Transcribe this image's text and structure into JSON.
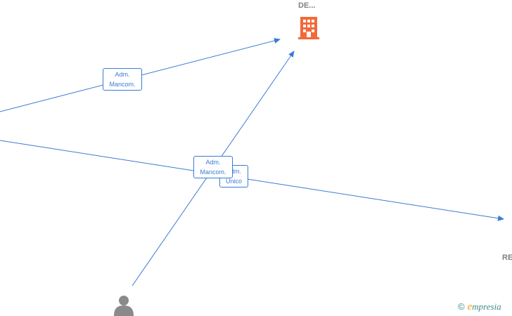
{
  "nodes": {
    "company_top": {
      "label": "DE...",
      "icon": "building-icon",
      "color": "#f2693a"
    },
    "company_right": {
      "label": "RE",
      "icon": "building-icon"
    },
    "person_bottom": {
      "label": "",
      "icon": "person-icon",
      "color": "#8a8a8a"
    }
  },
  "edges": [
    {
      "id": "left-upper-to-top",
      "label_line1": "Adm.",
      "label_line2": "Mancom."
    },
    {
      "id": "person-to-top",
      "label_line1": "Adm.",
      "label_line2": "Mancom."
    },
    {
      "id": "left-lower-to-right",
      "label_line1": "Adm.",
      "label_line2": "Unico"
    }
  ],
  "colors": {
    "edge": "#3a7bd5",
    "label_border": "#3a7bd5"
  },
  "watermark": {
    "copyright": "©",
    "brand_initial": "e",
    "brand_rest": "mpresia"
  }
}
